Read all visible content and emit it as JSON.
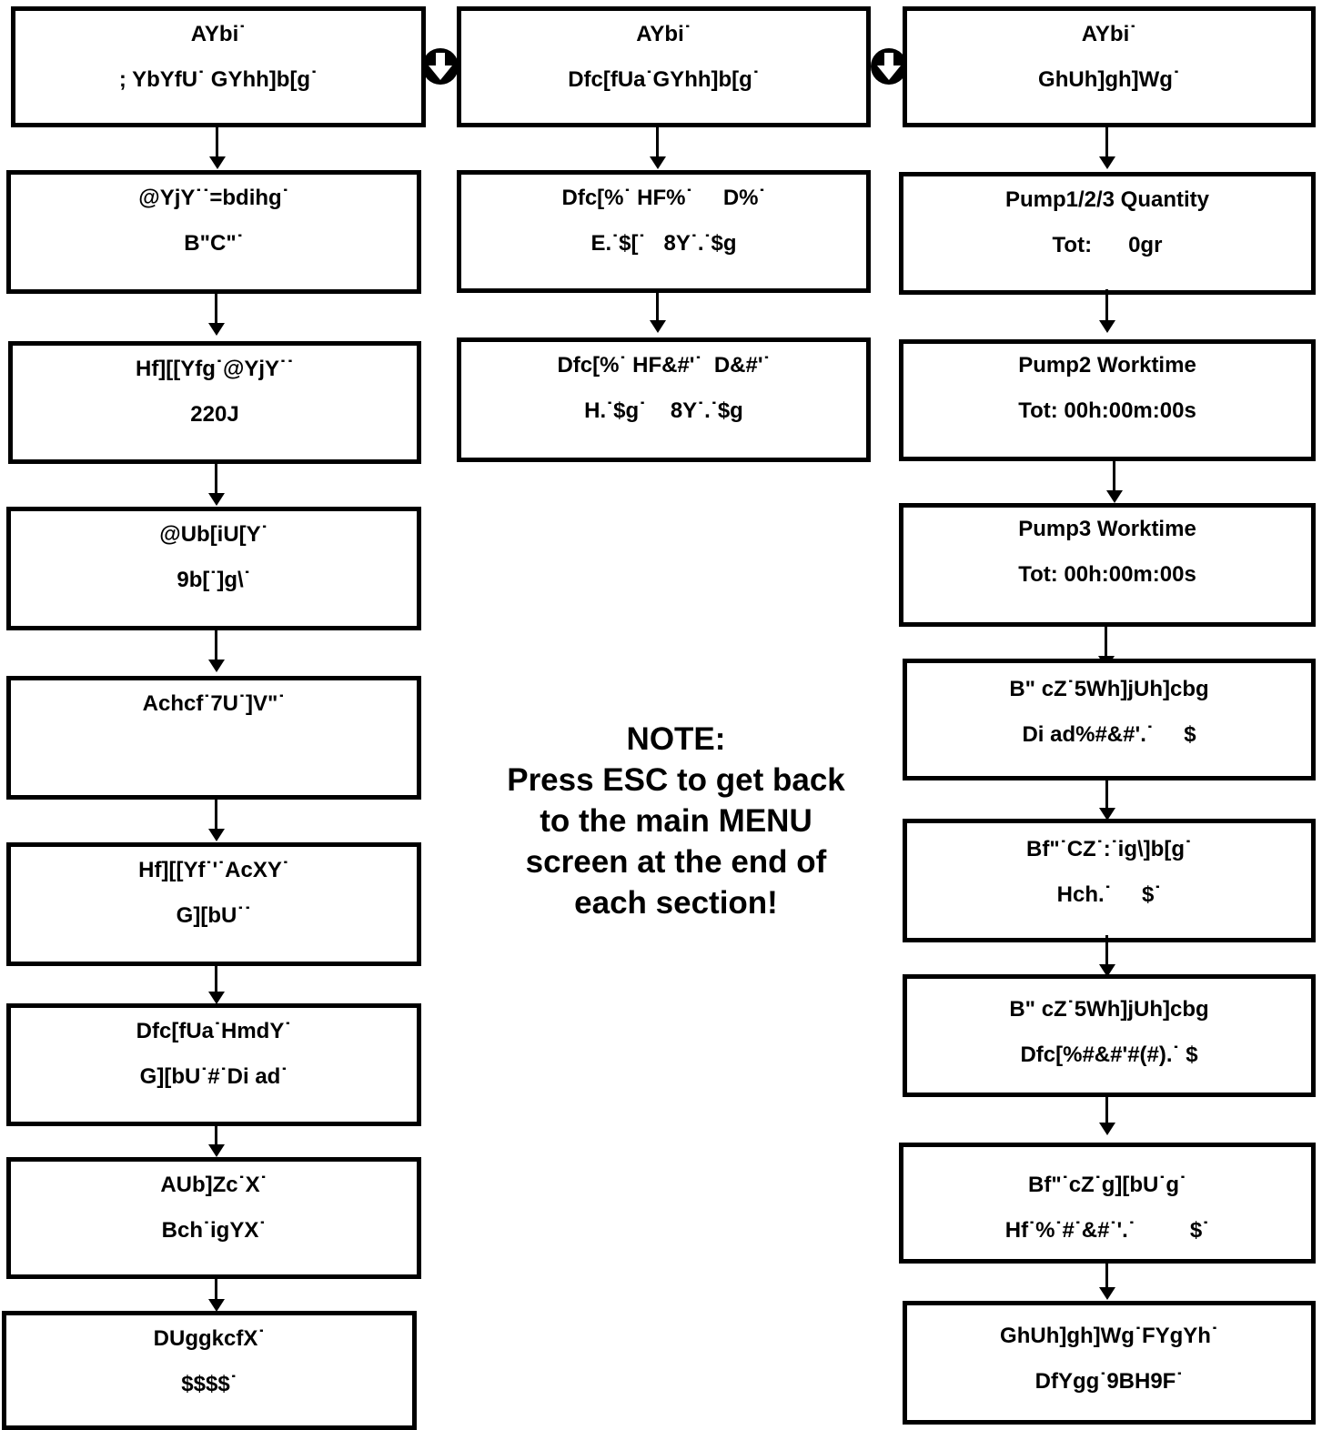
{
  "columns": [
    {
      "boxes": [
        {
          "line1": "AYbi˙",
          "line2": "; YbYfU˙ GYhh]b[g˙"
        },
        {
          "line1": "@YjY˙˙=bdihg˙",
          "line2": "B\"C\"˙"
        },
        {
          "line1": "Hf][[Yfg˙@YjY˙˙",
          "line2": "220J"
        },
        {
          "line1": "@Ub[iU[Y˙",
          "line2": "9b[˙]g\\˙"
        },
        {
          "line1": "Achcf˙7U˙]V\"˙",
          "line2": ""
        },
        {
          "line1": "Hf][[Yf˙'˙AcXY˙",
          "line2": "G][bU˙˙"
        },
        {
          "line1": "Dfc[fUa˙HmdY˙",
          "line2": "G][bU˙#˙Di ad˙"
        },
        {
          "line1": "AUb]Zc˙X˙",
          "line2": "Bch˙igYX˙"
        },
        {
          "line1": "DUggkcfX˙",
          "line2": "$$$$˙"
        }
      ]
    },
    {
      "boxes": [
        {
          "line1": "AYbi˙",
          "line2": "Dfc[fUa˙GYhh]b[g˙"
        },
        {
          "line1": "Dfc[%˙ HF%˙     D%˙",
          "line2": "E.˙$[˙   8Y˙.˙$g"
        },
        {
          "line1": "Dfc[%˙ HF&#'˙  D&#'˙",
          "line2": "H.˙$g˙    8Y˙.˙$g"
        }
      ]
    },
    {
      "boxes": [
        {
          "line1": "AYbi˙",
          "line2": "GhUh]gh]Wg˙"
        },
        {
          "line1": "Pump1/2/3 Quantity",
          "line2": "Tot:      0gr"
        },
        {
          "line1": "Pump2 Worktime",
          "line2": "Tot: 00h:00m:00s"
        },
        {
          "line1": "Pump3 Worktime",
          "line2": "Tot: 00h:00m:00s"
        },
        {
          "line1": "B\" cZ˙5Wh]jUh]cbg",
          "line2": "Di ad%#&#'.˙     $"
        },
        {
          "line1": "Bf\"˙CZ˙:˙ig\\]b[g˙",
          "line2": "Hch.˙     $˙"
        },
        {
          "line1": "B\" cZ˙5Wh]jUh]cbg",
          "line2": "Dfc[%#&#'#(#).˙ $"
        },
        {
          "line1": "Bf\"˙cZ˙g][bU˙g˙",
          "line2": "Hf˙%˙#˙&#˙'.˙         $˙"
        },
        {
          "line1": "GhUh]gh]Wg˙FYgYh˙",
          "line2": "DfYgg˙9BH9F˙"
        }
      ]
    }
  ],
  "note": {
    "heading": "NOTE:",
    "line1": "Press ESC to get back",
    "line2": "to the main MENU",
    "line3": "screen at the end of",
    "line4": "each section!"
  }
}
